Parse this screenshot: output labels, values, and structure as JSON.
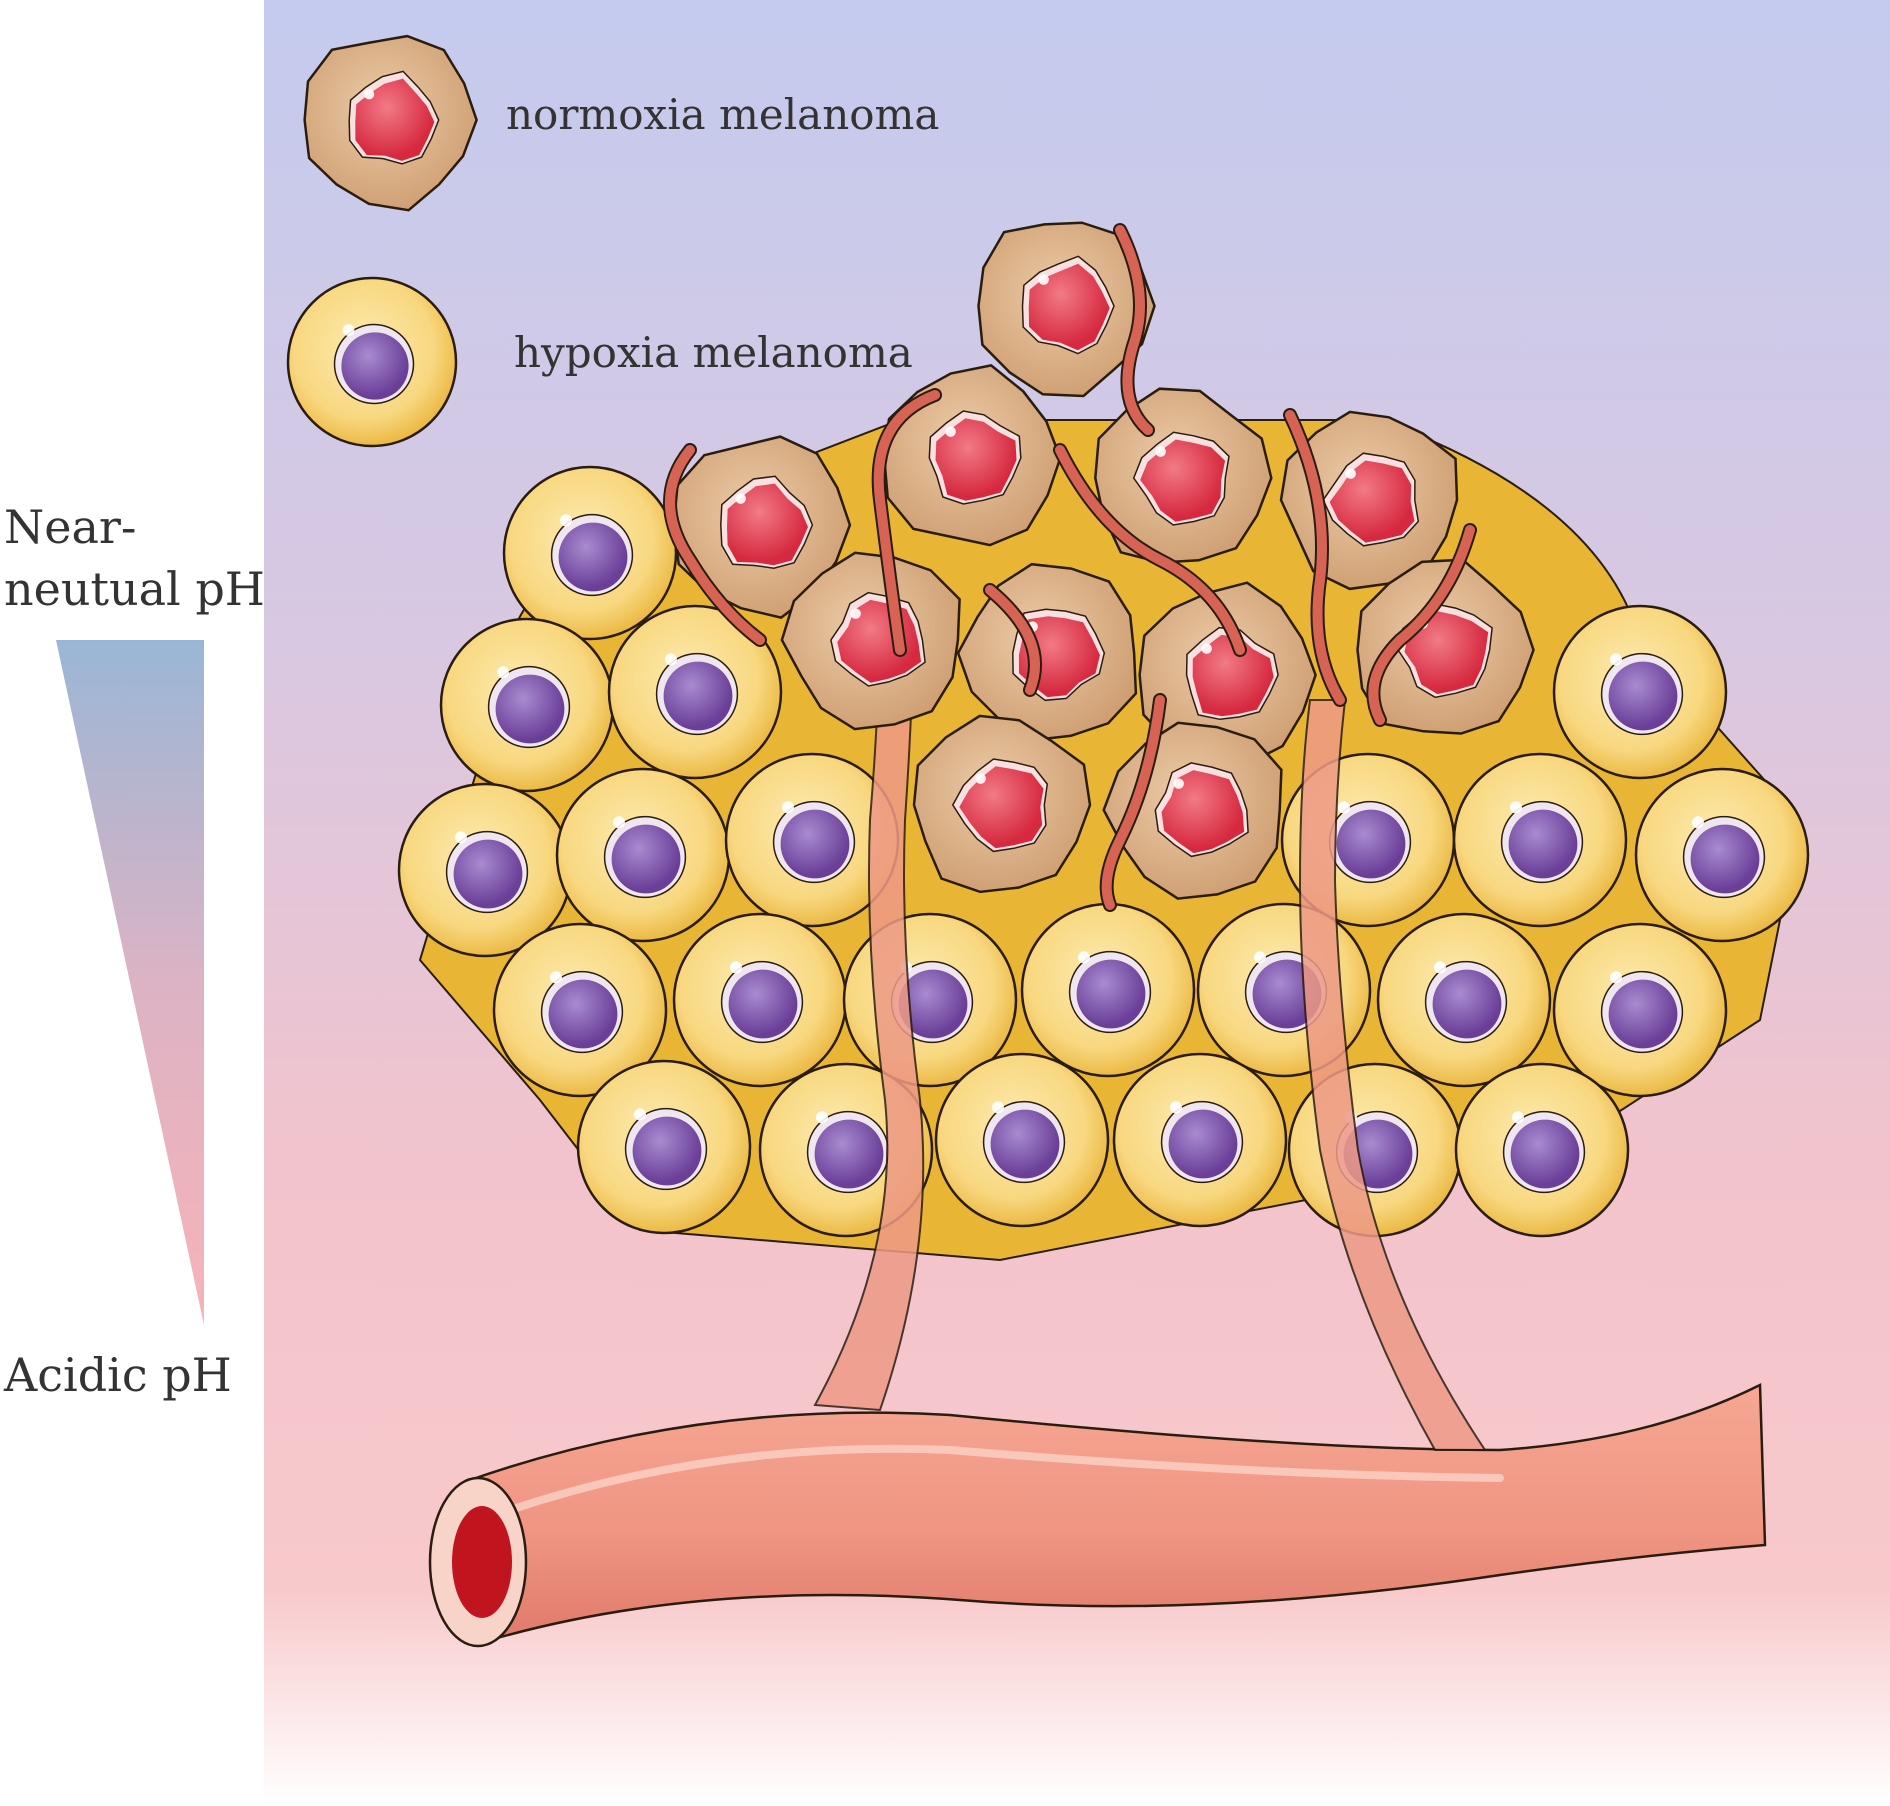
{
  "legend": {
    "normoxia_label": "normoxia melanoma",
    "hypoxia_label": "hypoxia melanoma"
  },
  "ph_scale": {
    "top_label_line1": "Near-",
    "top_label_line2": "neutual pH",
    "bottom_label": "Acidic pH",
    "gradient_colors": [
      "#9ab6d6",
      "#f5aeb4"
    ]
  },
  "colors": {
    "background_top": "#c4cbee",
    "background_mid": "#e4c6d8",
    "background_bottom": "#f6bfc2",
    "hypoxia_cell_fill": "#f8d77f",
    "hypoxia_cell_rim": "#eab63d",
    "hypoxia_nucleus": "#7c55a6",
    "normoxia_cell_fill": "#ddb28a",
    "normoxia_nucleus": "#e5495a",
    "vessel": "#ef9481",
    "vessel_dark": "#d76355",
    "vessel_lumen": "#c0141f"
  }
}
